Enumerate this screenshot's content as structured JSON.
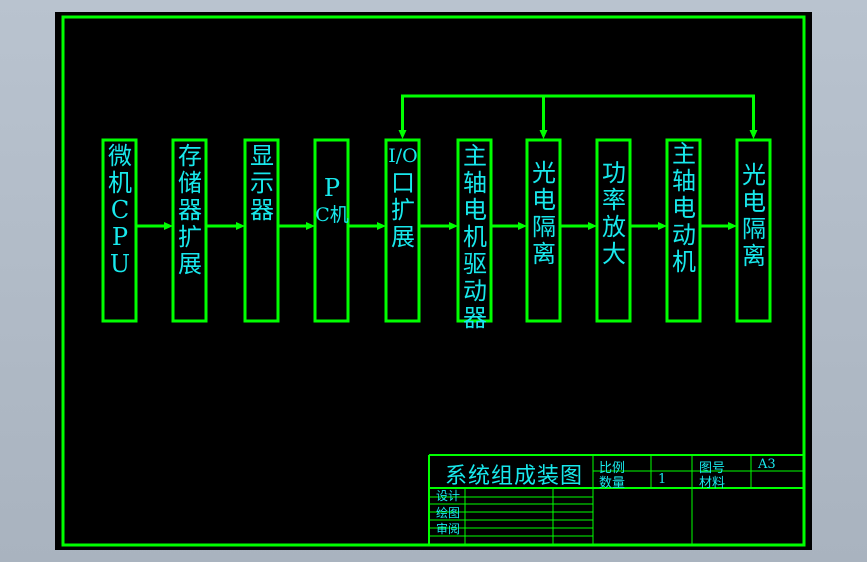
{
  "colors": {
    "frame": "#00ff00",
    "text": "#18e8ec",
    "background": "#000000",
    "outer": "#aab4c0"
  },
  "blocks": [
    {
      "label": "微机CPU",
      "chars": [
        "微",
        "机",
        "C",
        "P",
        "U"
      ]
    },
    {
      "label": "存储器扩展",
      "chars": [
        "存",
        "储",
        "器",
        "扩",
        "展"
      ]
    },
    {
      "label": "显示器",
      "chars": [
        "显",
        "示",
        "器"
      ]
    },
    {
      "label": "PC机",
      "chars": [
        "P",
        "C机"
      ]
    },
    {
      "label": "I/O口扩展",
      "chars": [
        "I/O",
        "口",
        "扩",
        "展"
      ]
    },
    {
      "label": "主轴电机驱动器",
      "chars": [
        "主",
        "轴",
        "电",
        "机",
        "驱",
        "动",
        "器"
      ]
    },
    {
      "label": "光电隔离",
      "chars": [
        "光",
        "电",
        "隔",
        "离"
      ]
    },
    {
      "label": "功率放大",
      "chars": [
        "功",
        "率",
        "放",
        "大"
      ]
    },
    {
      "label": "主轴电动机",
      "chars": [
        "主",
        "轴",
        "电",
        "动",
        "机"
      ]
    },
    {
      "label": "光电隔离",
      "chars": [
        "光",
        "电",
        "隔",
        "离"
      ]
    }
  ],
  "title_block": {
    "title": "系统组成装图",
    "scale_label": "比例",
    "scale_value": "",
    "quantity_label": "数量",
    "quantity_value": "1",
    "drawing_no_label": "图号",
    "drawing_no_value": "A3",
    "material_label": "材料",
    "material_value": "",
    "design_label": "设计",
    "draw_label": "绘图",
    "review_label": "审阅"
  }
}
